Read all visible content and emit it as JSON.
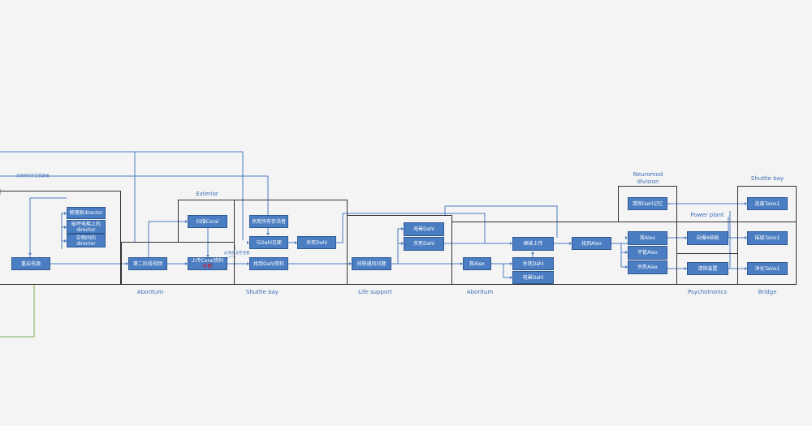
{
  "regions": {
    "aboritum1": "Aboritum",
    "exterior": "Exterior",
    "shuttle_bay1": "Shuttle bay",
    "life_support": "Life support",
    "aboritum2": "Aboritum",
    "neuromod_l1": "Neuromod",
    "neuromod_l2": "division",
    "power_plant": "Power plant",
    "shuttle_bay2": "Shuttle bay",
    "psychotronics": "Psychotronics",
    "bridge": "Bridge"
  },
  "nodes": {
    "restart_power": "重启电源",
    "director1": "修理原director",
    "director2_l1": "破坏电梯上的",
    "director2_l2": "director",
    "director3_l1": "杂物间的",
    "director3_l2": "director",
    "phase2": "第二阶段视频",
    "scan_coral": "扫描Coral",
    "upload_coral": "上传Coral资料",
    "upload_warn": "中断",
    "kill_all_survivors": "杀死所有存活者",
    "dahl_together": "与Dahl见面",
    "kill_dahl1": "杀死Dahl",
    "find_dahl_info": "找到Dahl资料",
    "fix_vent": "排除通风问题",
    "stun_dahl1": "电晕Dahl",
    "kill_dahl2": "杀死Dahl",
    "save_alex1": "救Alex",
    "continue_upload": "继续上传",
    "kill_dahl3": "杀死Dahl",
    "stun_dahl2": "电晕Dahl",
    "find_alex": "找到Alex",
    "save_alex2": "救Alex",
    "ignore_alex": "不管Alex",
    "kill_alex": "杀死Alex",
    "clear_dahl_memory": "清除Dahl记忆",
    "self_destruct": "自爆A核舱",
    "clear_device": "清除装置",
    "escape_talos": "逃离Talos1",
    "destroy_talos": "摧毁Talos1",
    "purify_talos": "净化Talos1"
  },
  "notes": {
    "kill_survivors_path": "杀死所有存活者路线",
    "must_kill_survivors": "必须杀过存活者"
  }
}
